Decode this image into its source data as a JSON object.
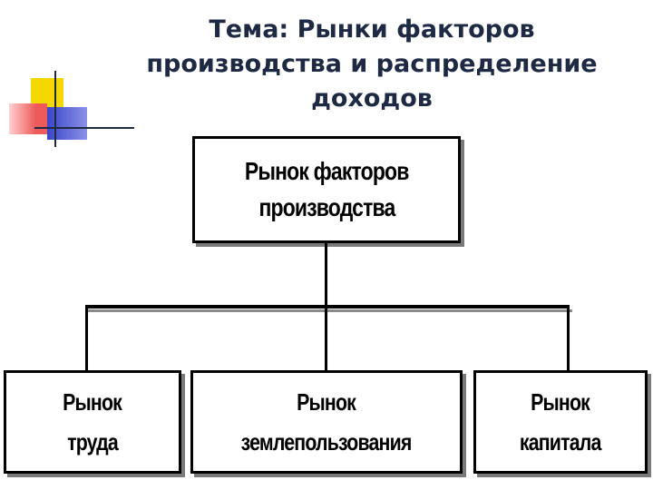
{
  "slide": {
    "title_lines": [
      "Тема: Рынки факторов",
      "производства и распределение",
      "доходов"
    ]
  },
  "diagram": {
    "root": {
      "lines": [
        "Рынок факторов",
        "производства"
      ]
    },
    "children": [
      {
        "lines": [
          "Рынок",
          "труда"
        ]
      },
      {
        "lines": [
          "Рынок",
          "землепользования"
        ]
      },
      {
        "lines": [
          "Рынок",
          "капитала"
        ]
      }
    ]
  },
  "colors": {
    "title": "#1e2a44",
    "deco_yellow": "#f5d800",
    "deco_red": "#ec5a5a",
    "deco_blue": "#3a46c8",
    "box_border": "#000000",
    "shadow": "#7a7a7a"
  }
}
